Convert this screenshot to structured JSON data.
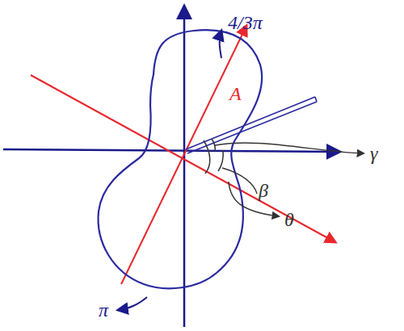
{
  "diagram": {
    "labels": [
      "4/3π",
      "A",
      "γ",
      "β",
      "θ",
      "π"
    ]
  }
}
